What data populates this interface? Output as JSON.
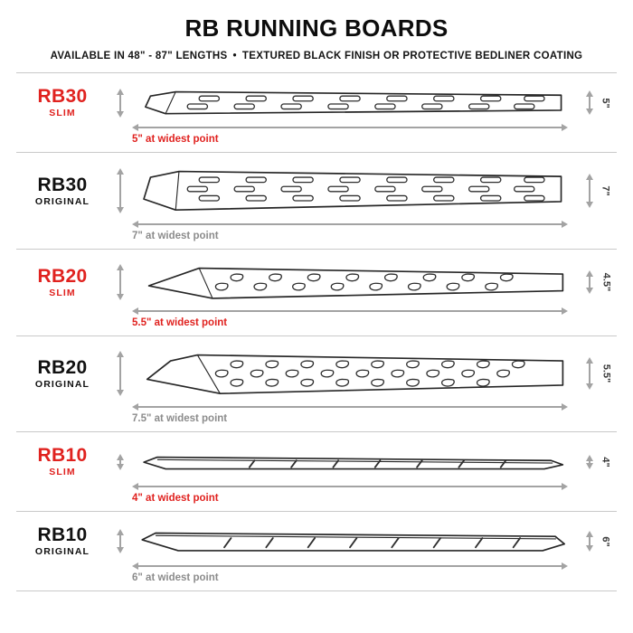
{
  "header": {
    "title": "RB RUNNING BOARDS",
    "subtitle": "AVAILABLE IN 48\" - 87\" LENGTHS • TEXTURED BLACK FINISH OR PROTECTIVE BEDLINER COATING"
  },
  "colors": {
    "accent_red": "#e0221f",
    "dimension_gray": "#a3a3a3",
    "muted_gray": "#8c8c8c",
    "text_dark": "#111111"
  },
  "products": [
    {
      "model": "RB30",
      "variant": "SLIM",
      "widest_label": "5\" at widest point",
      "height_label": "5\""
    },
    {
      "model": "RB30",
      "variant": "ORIGINAL",
      "widest_label": "7\" at widest point",
      "height_label": "7\""
    },
    {
      "model": "RB20",
      "variant": "SLIM",
      "widest_label": "5.5\" at widest point",
      "height_label": "4.5\""
    },
    {
      "model": "RB20",
      "variant": "ORIGINAL",
      "widest_label": "7.5\" at widest point",
      "height_label": "5.5\""
    },
    {
      "model": "RB10",
      "variant": "SLIM",
      "widest_label": "4\" at widest point",
      "height_label": "4\""
    },
    {
      "model": "RB10",
      "variant": "ORIGINAL",
      "widest_label": "6\" at widest point",
      "height_label": "6\""
    }
  ]
}
